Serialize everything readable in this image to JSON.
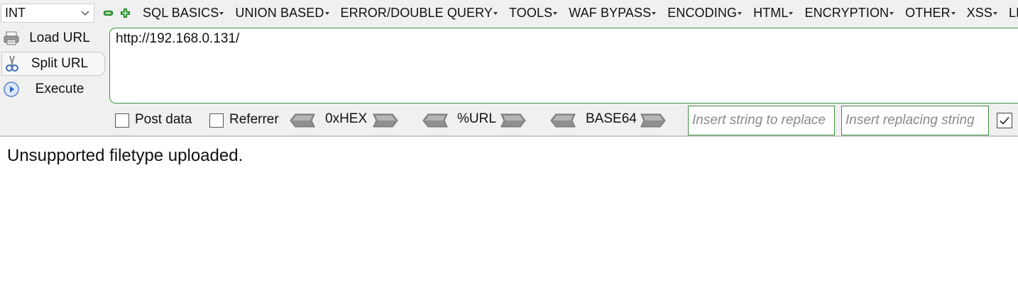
{
  "selector": {
    "value": "INT"
  },
  "menu": [
    "SQL BASICS",
    "UNION BASED",
    "ERROR/DOUBLE QUERY",
    "TOOLS",
    "WAF BYPASS",
    "ENCODING",
    "HTML",
    "ENCRYPTION",
    "OTHER",
    "XSS",
    "LFI"
  ],
  "actions": {
    "load": "Load URL",
    "split": "Split URL",
    "execute": "Execute"
  },
  "url": {
    "value": "http://192.168.0.131/"
  },
  "options": {
    "post_data": "Post data",
    "referrer": "Referrer",
    "hex": "0xHEX",
    "url": "%URL",
    "base64": "BASE64"
  },
  "replace": {
    "find_placeholder": "Insert string to replace",
    "replace_placeholder": "Insert replacing string"
  },
  "page": {
    "message": "Unsupported filetype uploaded."
  },
  "colors": {
    "accent_green": "#3f8f3f",
    "toolbar_bg": "#f0f0f0"
  }
}
